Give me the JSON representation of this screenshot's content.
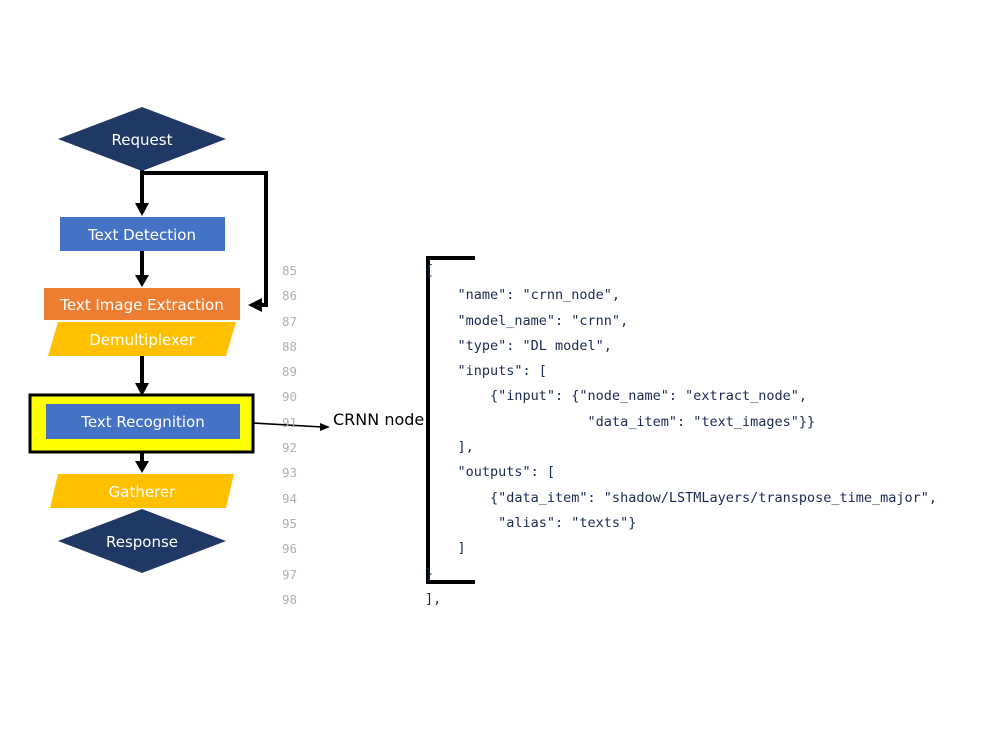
{
  "flowchart": {
    "request": "Request",
    "text_detection": "Text Detection",
    "text_image_extraction": "Text Image Extraction",
    "demultiplexer": "Demultiplexer",
    "text_recognition": "Text Recognition",
    "gatherer": "Gatherer",
    "response": "Response"
  },
  "callout": {
    "label": "CRNN node"
  },
  "code": {
    "lines": [
      {
        "number": "85",
        "text": "{"
      },
      {
        "number": "86",
        "text": "    \"name\": \"crnn_node\","
      },
      {
        "number": "87",
        "text": "    \"model_name\": \"crnn\","
      },
      {
        "number": "88",
        "text": "    \"type\": \"DL model\","
      },
      {
        "number": "89",
        "text": "    \"inputs\": ["
      },
      {
        "number": "90",
        "text": "        {\"input\": {\"node_name\": \"extract_node\","
      },
      {
        "number": "91",
        "text": "                    \"data_item\": \"text_images\"}}"
      },
      {
        "number": "92",
        "text": "    ],"
      },
      {
        "number": "93",
        "text": "    \"outputs\": ["
      },
      {
        "number": "94",
        "text": "        {\"data_item\": \"shadow/LSTMLayers/transpose_time_major\","
      },
      {
        "number": "95",
        "text": "         \"alias\": \"texts\"}"
      },
      {
        "number": "96",
        "text": "    ]"
      },
      {
        "number": "97",
        "text": "}"
      },
      {
        "number": "98",
        "text": "],"
      }
    ]
  },
  "colors": {
    "navy": "#1f3864",
    "blue": "#4472c4",
    "orange": "#ed7d31",
    "gold": "#ffc000",
    "highlight": "#ffff00"
  }
}
